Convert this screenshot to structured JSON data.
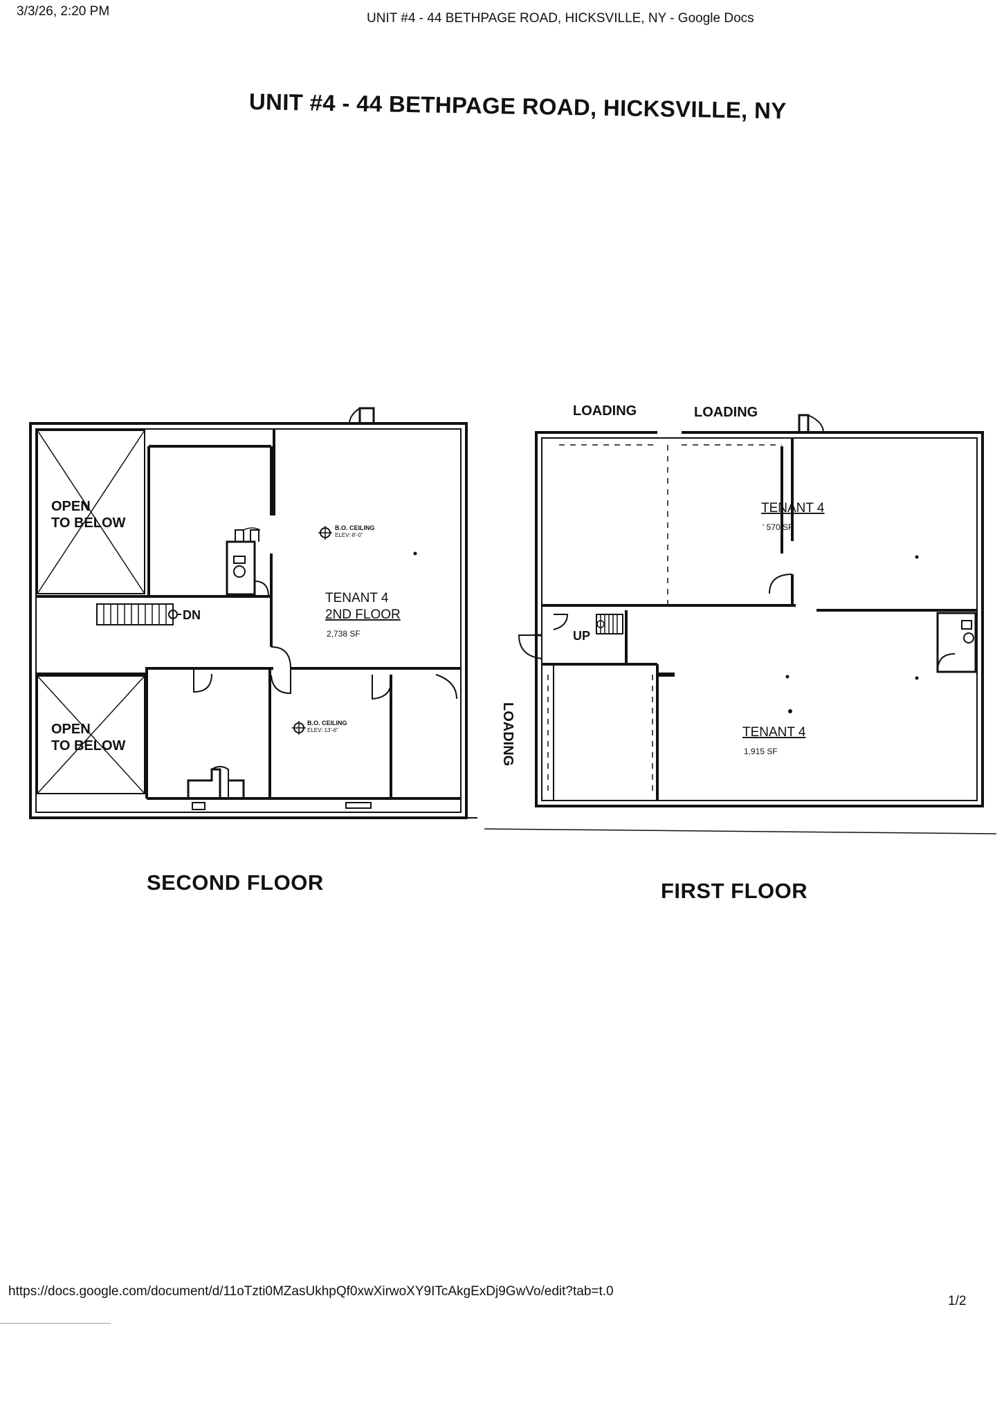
{
  "header": {
    "timestamp": "3/3/26, 2:20 PM",
    "window_title": "UNIT #4 - 44 BETHPAGE ROAD, HICKSVILLE, NY - Google Docs"
  },
  "document": {
    "title": "UNIT #4 - 44 BETHPAGE ROAD, HICKSVILLE, NY"
  },
  "second_floor": {
    "label": "SECOND FLOOR",
    "open_below_1": [
      "OPEN",
      "TO BELOW"
    ],
    "open_below_2": [
      "OPEN",
      "TO BELOW"
    ],
    "stair_label": "DN",
    "tenant_label": "TENANT 4",
    "floor_label": "2ND FLOOR",
    "area": "2,738 SF",
    "ceiling_1": [
      "B.O. CEILING",
      "ELEV: 8'-0\""
    ],
    "ceiling_2": [
      "B.O. CEILING",
      "ELEV: 13'-6\""
    ]
  },
  "first_floor": {
    "label": "FIRST FLOOR",
    "loading_1": "LOADING",
    "loading_2": "LOADING",
    "loading_side": "LOADING",
    "stair_label": "UP",
    "tenant_a_label": "TENANT 4",
    "tenant_a_area": "' 570 SF",
    "tenant_b_label": "TENANT 4",
    "tenant_b_area": "1,915 SF"
  },
  "footer": {
    "url": "https://docs.google.com/document/d/11oTzti0MZasUkhpQf0xwXirwoXY9ITcAkgExDj9GwVo/edit?tab=t.0",
    "page": "1/2"
  }
}
